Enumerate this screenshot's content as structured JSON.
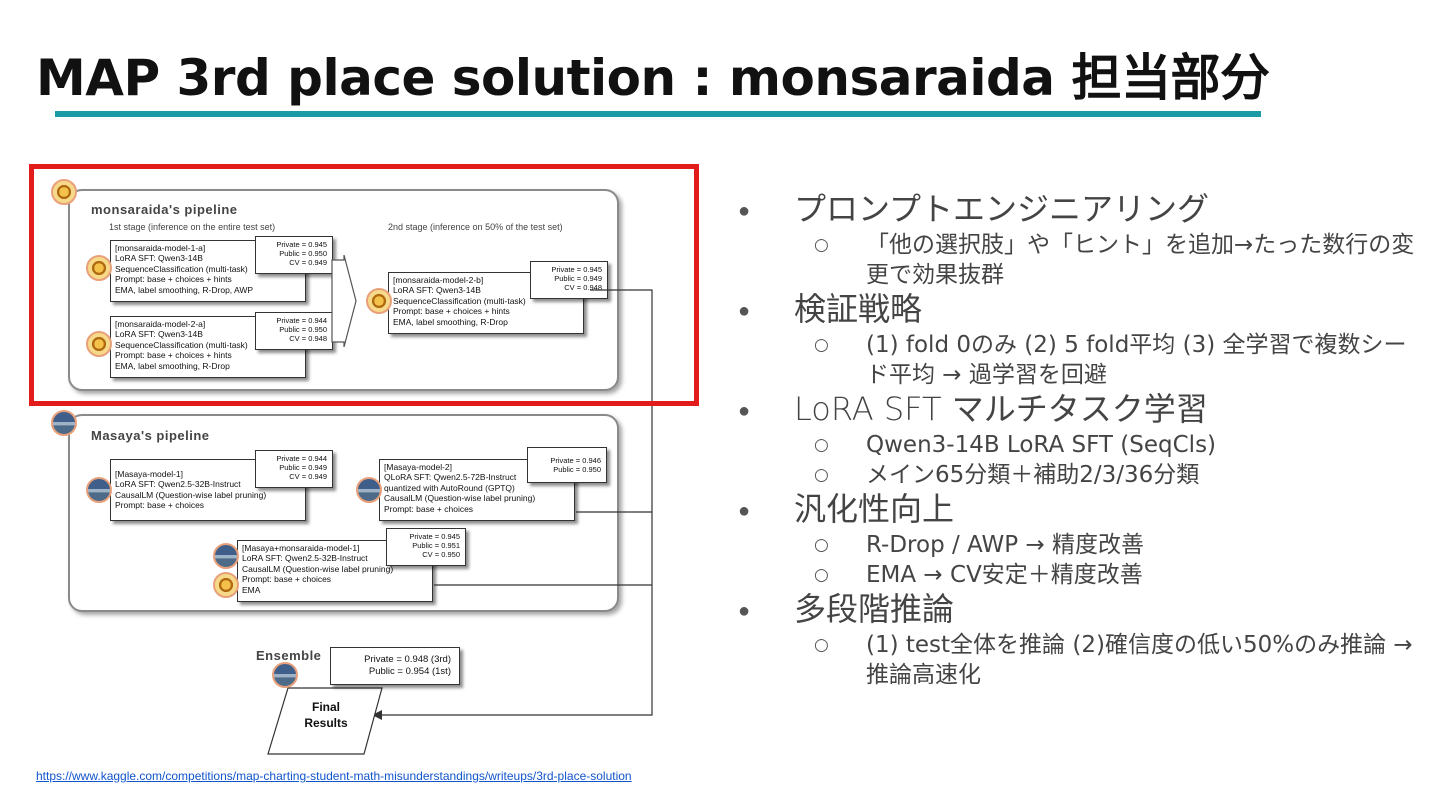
{
  "title": "MAP 3rd place solution : monsaraida 担当部分",
  "link": "https://www.kaggle.com/competitions/map-charting-student-math-misunderstandings/writeups/3rd-place-solution",
  "diagram": {
    "monsaraida_pipeline": {
      "title": "monsaraida's pipeline",
      "stage1_label": "1st stage (inference on the entire test set)",
      "stage2_label": "2nd stage (inference on 50% of the test set)",
      "model1a": {
        "lines": [
          "[monsaraida-model-1-a]",
          "LoRA SFT: Qwen3-14B",
          "SequenceClassification (multi-task)",
          "Prompt: base + choices + hints",
          "EMA, label smoothing,  R-Drop, AWP"
        ],
        "scores": [
          "Private = 0.945",
          "Public = 0.950",
          "CV = 0.949"
        ]
      },
      "model2a": {
        "lines": [
          "[monsaraida-model-2-a]",
          "LoRA SFT: Qwen3-14B",
          "SequenceClassification (multi-task)",
          "Prompt: base + choices + hints",
          "EMA, label smoothing,  R-Drop"
        ],
        "scores": [
          "Private = 0.944",
          "Public = 0.950",
          "CV = 0.948"
        ]
      },
      "model2b": {
        "lines": [
          "[monsaraida-model-2-b]",
          "LoRA SFT: Qwen3-14B",
          "SequenceClassification (multi-task)",
          "Prompt: base + choices + hints",
          "EMA, label smoothing,  R-Drop"
        ],
        "scores": [
          "Private = 0.945",
          "Public = 0.949",
          "CV = 0.948"
        ]
      }
    },
    "masaya_pipeline": {
      "title": "Masaya's pipeline",
      "model1": {
        "lines": [
          "[Masaya-model-1]",
          "LoRA SFT: Qwen2.5-32B-Instruct",
          "CausalLM (Question-wise label pruning)",
          "Prompt: base + choices"
        ],
        "scores": [
          "Private = 0.944",
          "Public = 0.949",
          "CV = 0.949"
        ]
      },
      "model2": {
        "lines": [
          "[Masaya-model-2]",
          "QLoRA SFT: Qwen2.5-72B-Instruct",
          "quantized with AutoRound (GPTQ)",
          "CausalLM (Question-wise label pruning)",
          "Prompt: base + choices"
        ],
        "scores": [
          "Private = 0.946",
          "Public = 0.950"
        ]
      },
      "combo": {
        "lines": [
          "[Masaya+monsaraida-model-1]",
          "LoRA SFT: Qwen2.5-32B-Instruct",
          "CausalLM (Question-wise label pruning)",
          "Prompt: base + choices",
          "EMA"
        ],
        "scores": [
          "Private = 0.945",
          "Public = 0.951",
          "CV = 0.950"
        ]
      }
    },
    "ensemble": {
      "label": "Ensemble",
      "scores": [
        "Private = 0.948 (3rd)",
        "Public = 0.954 (1st)"
      ],
      "final": [
        "Final",
        "Results"
      ]
    }
  },
  "bullets": [
    {
      "text": "プロンプトエンジニアリング",
      "sub": [
        "「他の選択肢」や「ヒント」を追加→たった数行の変更で効果抜群"
      ]
    },
    {
      "text": "検証戦略",
      "sub": [
        "(1) fold 0のみ (2) 5 fold平均 (3) 全学習で複数シード平均 → 過学習を回避"
      ]
    },
    {
      "text": "LoRA SFT マルチタスク学習",
      "sub": [
        "Qwen3-14B LoRA SFT (SeqCls)",
        "メイン65分類＋補助2/3/36分類"
      ]
    },
    {
      "text": "汎化性向上",
      "sub": [
        "R-Drop / AWP → 精度改善",
        "EMA → CV安定＋精度改善"
      ]
    },
    {
      "text": "多段階推論",
      "sub": [
        "(1) test全体を推論 (2)確信度の低い50%のみ推論 → 推論高速化"
      ]
    }
  ]
}
